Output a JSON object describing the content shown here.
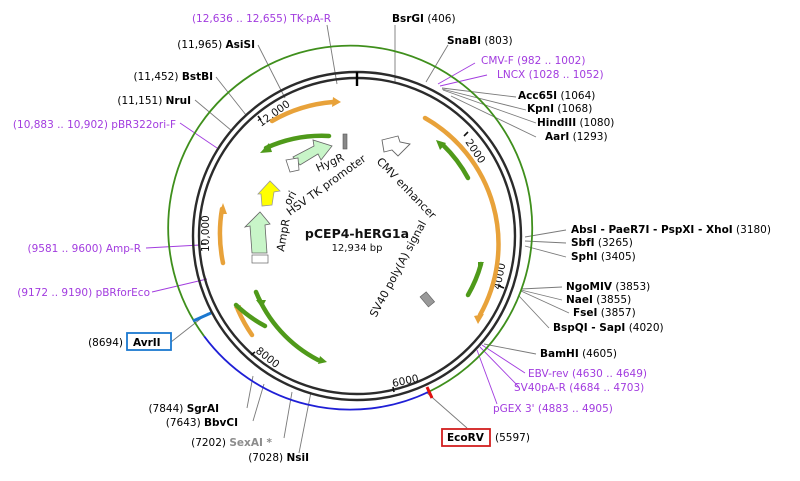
{
  "plasmid": {
    "name": "pCEP4-hERG1a",
    "length_label": "12,934 bp"
  },
  "tick_labels": [
    "2000",
    "4000",
    "6000",
    "8000",
    "10,000",
    "12,000"
  ],
  "features": {
    "tk_pa_r": "TK-pA-R",
    "tk_pa_r_range": "(12,636 .. 12,655)",
    "hygr": "HygR",
    "hsv_tk_promoter": "HSV TK promoter",
    "ori": "ori",
    "ampr": "AmpR",
    "cmv_enhancer": "CMV enhancer",
    "sv40_polya": "SV40 poly(A) signal"
  },
  "sites": {
    "bsrgi": {
      "name": "BsrGI",
      "pos": "(406)"
    },
    "snabi": {
      "name": "SnaBI",
      "pos": "(803)"
    },
    "cmv_f": {
      "name": "CMV-F",
      "pos": "(982 .. 1002)"
    },
    "lncx": {
      "name": "LNCX",
      "pos": "(1028 .. 1052)"
    },
    "acc65i": {
      "name": "Acc65I",
      "pos": "(1064)"
    },
    "kpni": {
      "name": "KpnI",
      "pos": "(1068)"
    },
    "hindiii": {
      "name": "HindIII",
      "pos": "(1080)"
    },
    "aari": {
      "name": "AarI",
      "pos": "(1293)"
    },
    "absi_group": {
      "name": "AbsI - PaeR7I - PspXI - XhoI",
      "pos": "(3180)"
    },
    "sbfi": {
      "name": "SbfI",
      "pos": "(3265)"
    },
    "sphi": {
      "name": "SphI",
      "pos": "(3405)"
    },
    "ngomiv": {
      "name": "NgoMIV",
      "pos": "(3853)"
    },
    "naei": {
      "name": "NaeI",
      "pos": "(3855)"
    },
    "fsei": {
      "name": "FseI",
      "pos": "(3857)"
    },
    "bspqi": {
      "name": "BspQI - SapI",
      "pos": "(4020)"
    },
    "bamhi": {
      "name": "BamHI",
      "pos": "(4605)"
    },
    "ebv_rev": {
      "name": "EBV-rev",
      "pos": "(4630 .. 4649)"
    },
    "sv40pa_r": {
      "name": "SV40pA-R",
      "pos": "(4684 .. 4703)"
    },
    "pgex3": {
      "name": "pGEX 3'",
      "pos": "(4883 .. 4905)"
    },
    "ecorv": {
      "name": "EcoRV",
      "pos": "(5597)"
    },
    "nsii": {
      "name": "NsiI",
      "pos": "(7028)"
    },
    "sexai": {
      "name": "SexAI *",
      "pos": "(7202)"
    },
    "bbvci": {
      "name": "BbvCI",
      "pos": "(7643)"
    },
    "sgrai": {
      "name": "SgrAI",
      "pos": "(7844)"
    },
    "avrii": {
      "name": "AvrII",
      "pos": "(8694)"
    },
    "pbrforeco": {
      "name": "pBRforEco",
      "pos": "(9172 .. 9190)"
    },
    "amp_r": {
      "name": "Amp-R",
      "pos": "(9581 .. 9600)"
    },
    "pbr322ori_f": {
      "name": "pBR322ori-F",
      "pos": "(10,883 .. 10,902)"
    },
    "nrui": {
      "name": "NruI",
      "pos": "(11,151)"
    },
    "bstbi": {
      "name": "BstBI",
      "pos": "(11,452)"
    },
    "asisi": {
      "name": "AsiSI",
      "pos": "(11,965)"
    }
  },
  "colors": {
    "primer": "#a23cdf",
    "orange_feature": "#e8a23a",
    "green_feature": "#4f9a1a",
    "outer_green": "#3f8f1c",
    "blue_arc": "#1f1fd6",
    "avrii_box": "#1b78d0",
    "ecorv_box": "#d21f1f"
  }
}
